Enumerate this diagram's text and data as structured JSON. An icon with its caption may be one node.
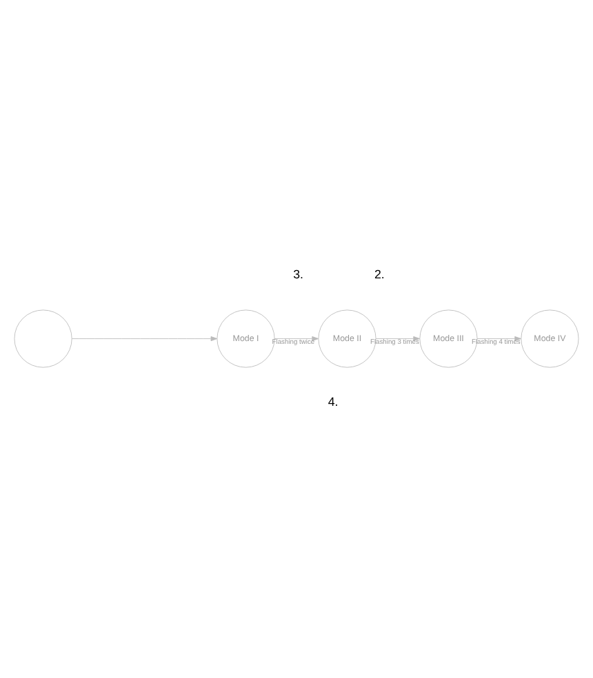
{
  "diagram": {
    "nodes": [
      {
        "text": [
          "Mode I"
        ]
      },
      {
        "text": [
          "Mode II"
        ]
      },
      {
        "text": [
          "Mode III"
        ]
      },
      {
        "text": [
          "Mode IV"
        ]
      },
      {
        "text": [],
        "shape": "circle"
      }
    ],
    "edges": [
      {
        "from": 4,
        "to": 0,
        "arrow": "to"
      },
      {
        "from": 0,
        "to": 1,
        "arrow": "to",
        "label": "Flashing twice"
      },
      {
        "from": 1,
        "to": 2,
        "arrow": "to",
        "label": "Flashing 3 times"
      },
      {
        "from": 2,
        "to": 3,
        "arrow": "to",
        "label": "Flashing 4 times"
      }
    ],
    "labels": [
      "2.",
      "3.",
      "4."
    ]
  }
}
